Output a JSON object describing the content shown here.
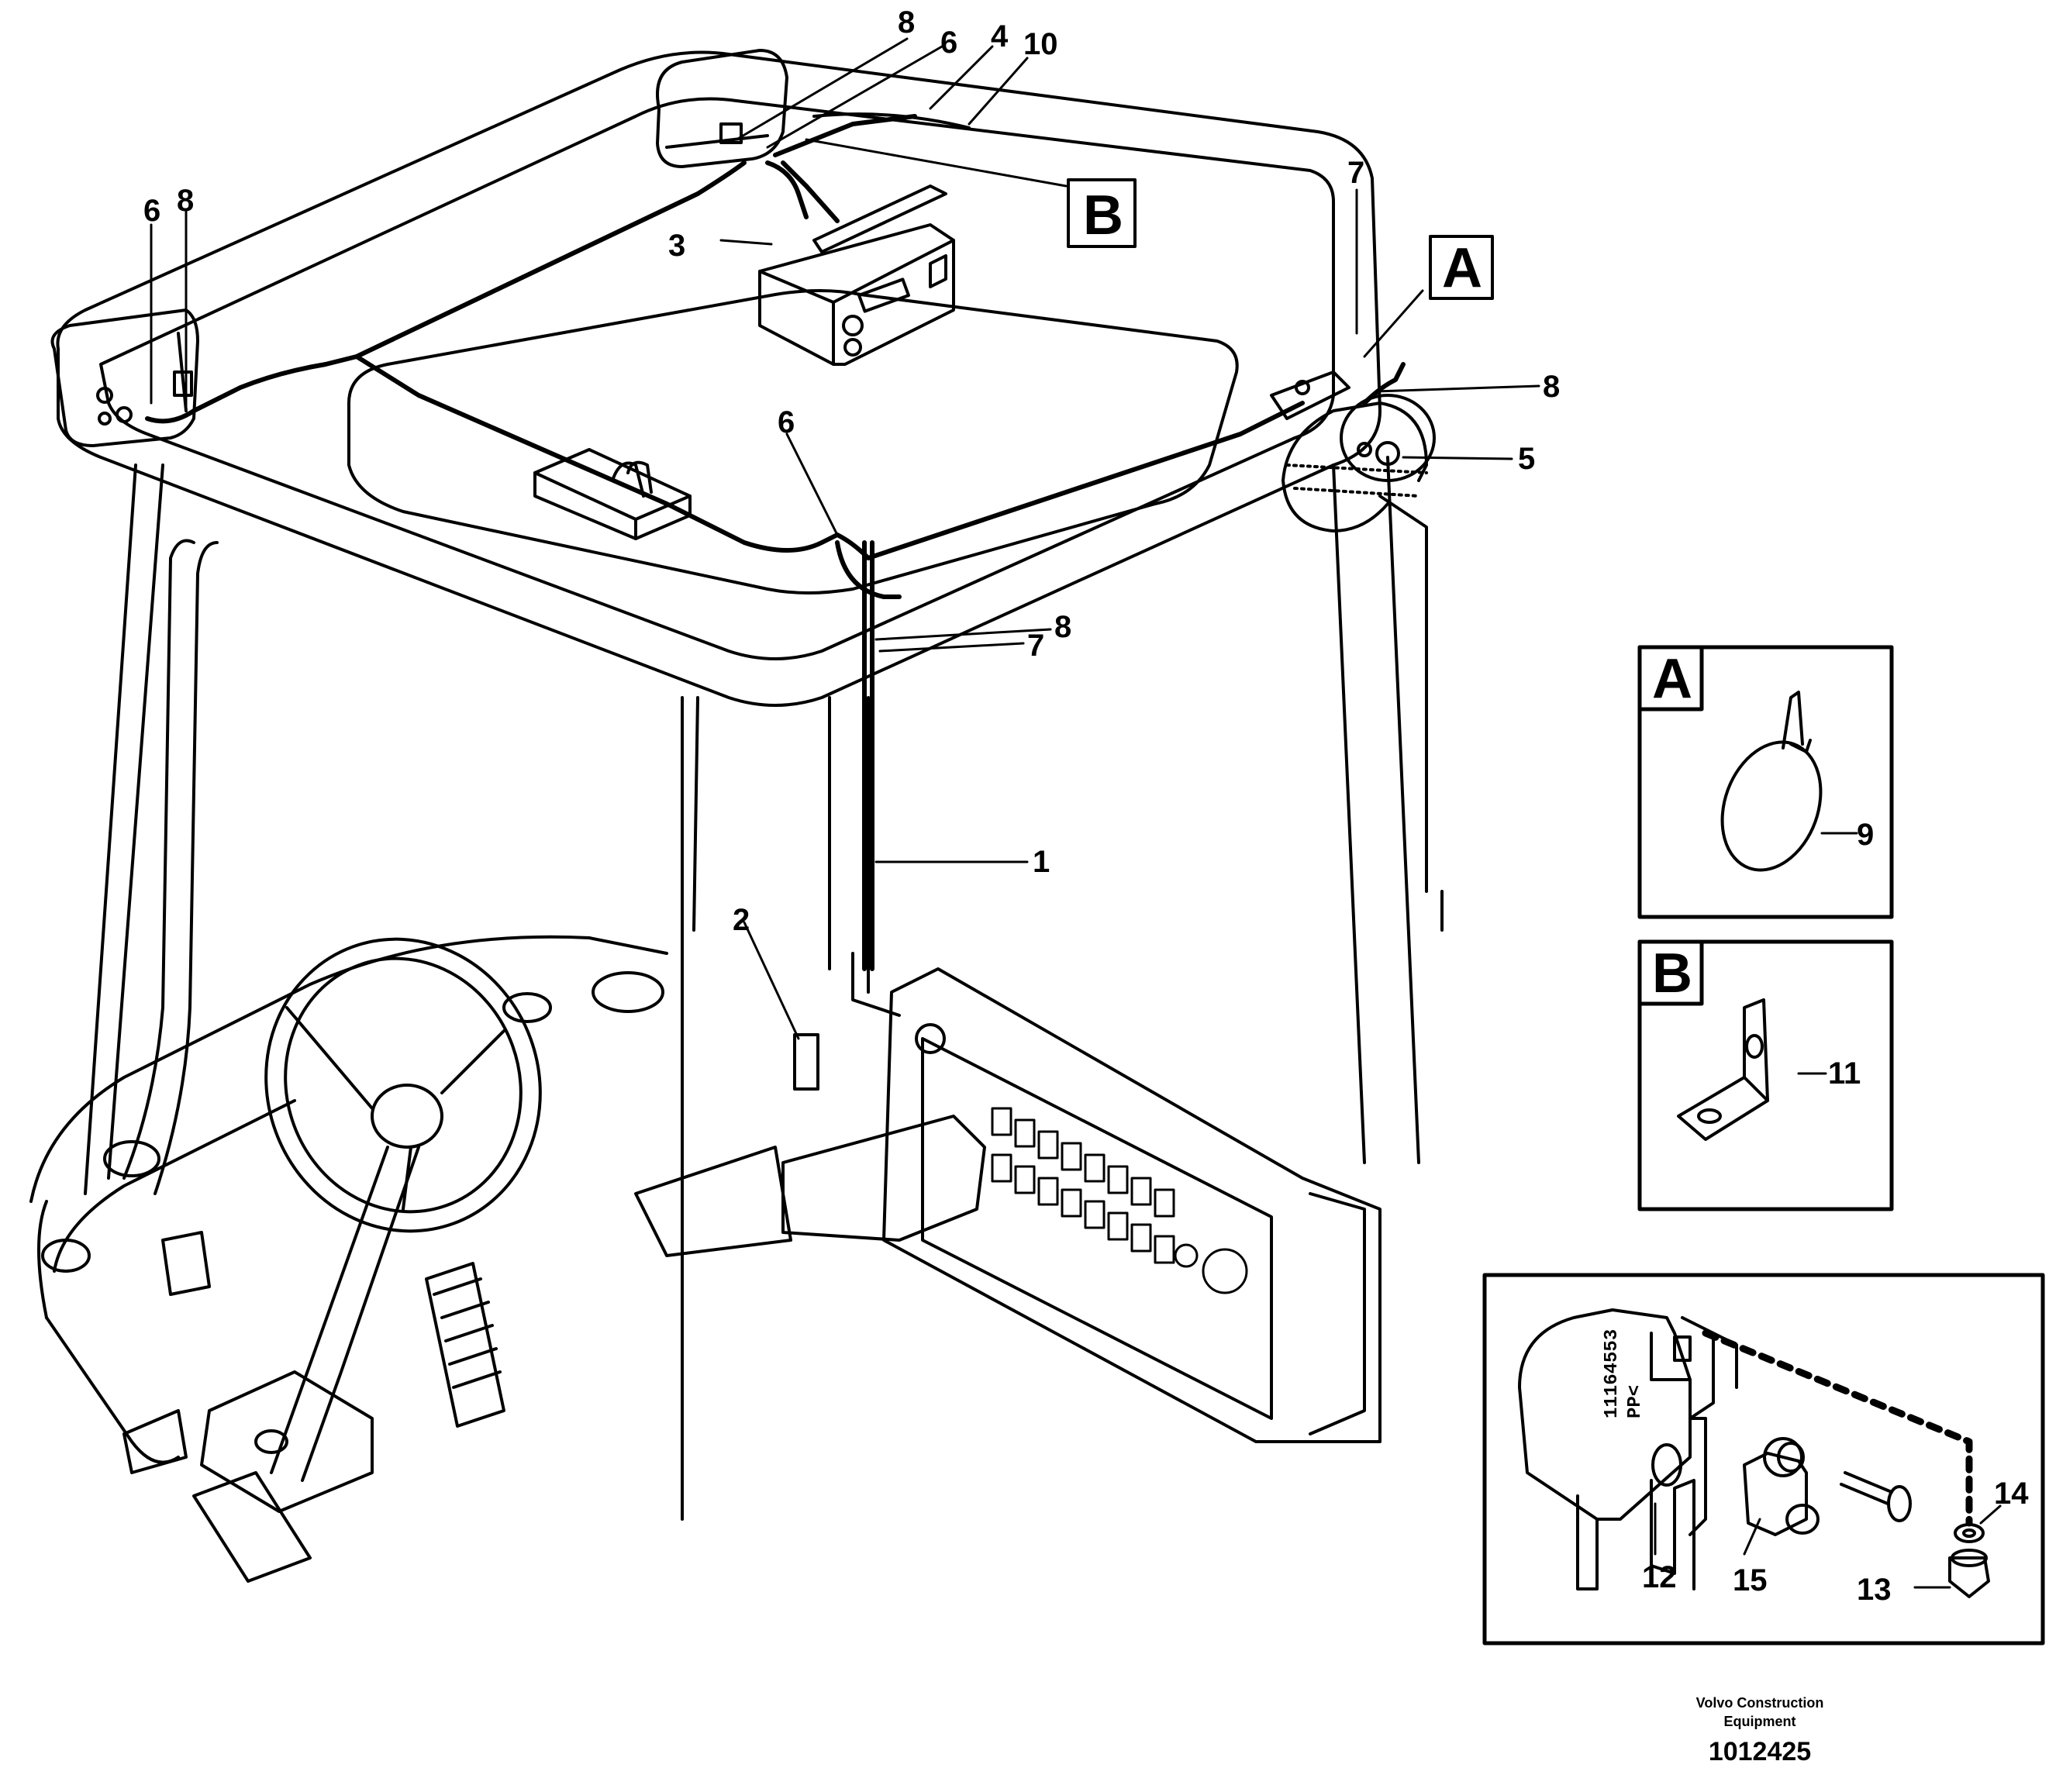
{
  "callouts": {
    "c1": "1",
    "c2": "2",
    "c3": "3",
    "c4": "4",
    "c5": "5",
    "c6a": "6",
    "c6b": "6",
    "c6c": "6",
    "c7a": "7",
    "c7b": "7",
    "c8a": "8",
    "c8b": "8",
    "c8c": "8",
    "c8d": "8",
    "c9": "9",
    "c10": "10",
    "c11": "11",
    "c12": "12",
    "c13": "13",
    "c14": "14",
    "c15": "15"
  },
  "detail_labels": {
    "a_main": "A",
    "b_main": "B",
    "a_inset": "A",
    "b_inset": "B"
  },
  "part_stamp": {
    "line1": "11164553",
    "line2": "PP<"
  },
  "footer": {
    "company_line1": "Volvo Construction",
    "company_line2": "Equipment",
    "figure_number": "1012425"
  },
  "icons": [
    "cab-ceiling-outline",
    "work-light",
    "radio-unit",
    "speaker",
    "cable-harness",
    "junction-box",
    "rotating-beacon",
    "steering-wheel",
    "control-panel",
    "cable-tie",
    "angle-bracket",
    "mounting-bracket"
  ]
}
